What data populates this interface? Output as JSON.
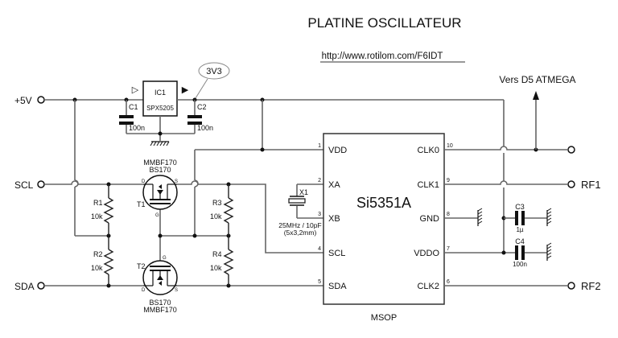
{
  "title": "PLATINE OSCILLATEUR",
  "url": "http://www.rotilom.com/F6IDT",
  "note_atmega": "Vers D5 ATMEGA",
  "rail_3v3": "3V3",
  "ports": {
    "p5v": "+5V",
    "scl": "SCL",
    "sda": "SDA",
    "rf1": "RF1",
    "rf2": "RF2"
  },
  "regulator": {
    "ref": "IC1",
    "part": "SPX5205"
  },
  "capacitors": {
    "c1": {
      "ref": "C1",
      "value": "100n"
    },
    "c2": {
      "ref": "C2",
      "value": "100n"
    },
    "c3": {
      "ref": "C3",
      "value": "1µ"
    },
    "c4": {
      "ref": "C4",
      "value": "100n"
    }
  },
  "resistors": {
    "r1": {
      "ref": "R1",
      "value": "10k"
    },
    "r2": {
      "ref": "R2",
      "value": "10k"
    },
    "r3": {
      "ref": "R3",
      "value": "10k"
    },
    "r4": {
      "ref": "R4",
      "value": "10k"
    }
  },
  "transistors": {
    "t1": {
      "ref": "T1",
      "part1": "MMBF170",
      "part2": "BS170",
      "d": "D",
      "s": "S",
      "g": "G"
    },
    "t2": {
      "ref": "T2",
      "part1": "BS170",
      "part2": "MMBF170",
      "d": "D",
      "s": "S",
      "g": "G"
    }
  },
  "crystal": {
    "ref": "X1",
    "spec": "25MHz / 10pF",
    "size": "(5x3,2mm)"
  },
  "chip": {
    "name": "Si5351A",
    "package": "MSOP",
    "left_pins": [
      {
        "num": "1",
        "label": "VDD"
      },
      {
        "num": "2",
        "label": "XA"
      },
      {
        "num": "3",
        "label": "XB"
      },
      {
        "num": "4",
        "label": "SCL"
      },
      {
        "num": "5",
        "label": "SDA"
      }
    ],
    "right_pins": [
      {
        "num": "10",
        "label": "CLK0"
      },
      {
        "num": "9",
        "label": "CLK1"
      },
      {
        "num": "8",
        "label": "GND"
      },
      {
        "num": "7",
        "label": "VDDO"
      },
      {
        "num": "6",
        "label": "CLK2"
      }
    ]
  }
}
